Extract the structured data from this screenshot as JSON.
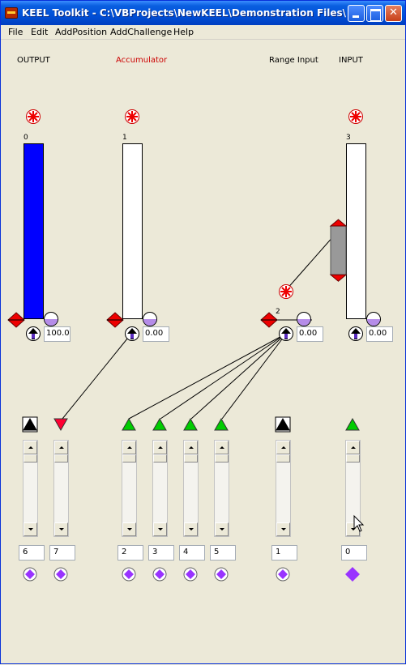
{
  "window": {
    "title": "KEEL Toolkit - C:\\VBProjects\\NewKEEL\\Demonstration Files\\cu...",
    "buttons": [
      "minimize",
      "maximize",
      "close"
    ]
  },
  "menu": [
    "File",
    "Edit",
    "AddPosition",
    "AddChallenge",
    "Help"
  ],
  "panels": [
    {
      "label": "OUTPUT",
      "label_color": "#000000",
      "index": "0",
      "value": "100.0",
      "fill_fraction": 1.0,
      "fill_color": "#0000ff"
    },
    {
      "label": "Accumulator",
      "label_color": "#cc0000",
      "index": "1",
      "value": "0.00",
      "fill_fraction": 0.0,
      "fill_color": "#0000ff"
    },
    {
      "label": "Range Input",
      "label_color": "#000000",
      "index": "2",
      "value": "0.00"
    },
    {
      "label": "INPUT",
      "label_color": "#000000",
      "index": "3",
      "value": "0.00",
      "range_low": 0.25,
      "range_high": 0.53
    }
  ],
  "inputs": [
    {
      "index": "6",
      "direction": "up",
      "color": "#000000"
    },
    {
      "index": "7",
      "direction": "down",
      "color": "#ff0033"
    },
    {
      "index": "2",
      "direction": "up",
      "color": "#00cc00"
    },
    {
      "index": "3",
      "direction": "up",
      "color": "#00cc00"
    },
    {
      "index": "4",
      "direction": "up",
      "color": "#00cc00"
    },
    {
      "index": "5",
      "direction": "up",
      "color": "#00cc00"
    },
    {
      "index": "1",
      "direction": "up",
      "color": "#000000"
    },
    {
      "index": "0",
      "direction": "up",
      "color": "#00cc00"
    }
  ],
  "icons": {
    "reset": "asterisk-reset-icon",
    "anchor": "red-diamond-icon",
    "source": "purple-circle-icon",
    "output": "up-arrow-icon",
    "link": "purple-diamond-icon"
  }
}
